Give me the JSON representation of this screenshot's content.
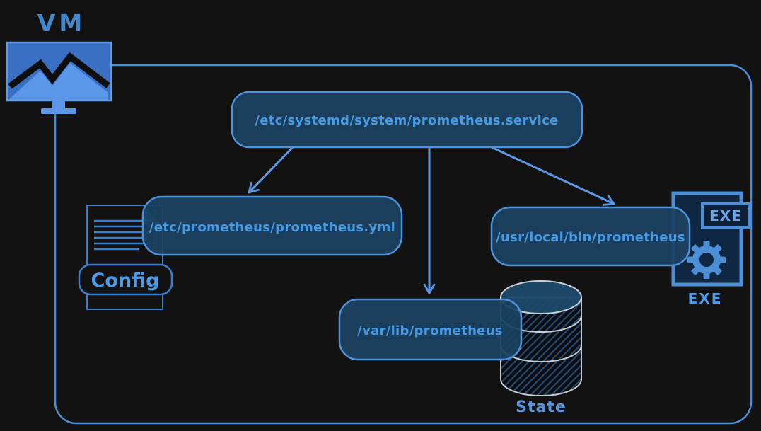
{
  "diagram": {
    "vm_label": "VM",
    "nodes": [
      {
        "id": "service",
        "label": "/etc/systemd/system/prometheus.service"
      },
      {
        "id": "config",
        "label": "/etc/prometheus/prometheus.yml"
      },
      {
        "id": "binary",
        "label": "/usr/local/bin/prometheus"
      },
      {
        "id": "data",
        "label": "/var/lib/prometheus"
      }
    ],
    "edges": [
      {
        "from": "service",
        "to": "config"
      },
      {
        "from": "service",
        "to": "data"
      },
      {
        "from": "service",
        "to": "binary"
      }
    ],
    "icons": [
      {
        "id": "vm-monitor",
        "label": "VM"
      },
      {
        "id": "config-doc",
        "label": "Config"
      },
      {
        "id": "state-db",
        "label": "State"
      },
      {
        "id": "exe-file",
        "label": "EXE",
        "badge": "EXE"
      }
    ],
    "colors": {
      "background": "#121212",
      "node_fill": "#1b4262",
      "node_border": "#4e92dc",
      "node_text": "#459ae6",
      "arrow": "#5b99e8",
      "container_border": "#4b8ed8",
      "monitor_body": "#3a70c3",
      "monitor_accent": "#5b96e8",
      "db_top_fill": "#1d4a6b",
      "db_outline": "#d5dae0",
      "exe_fill": "#0f2740",
      "exe_border": "#4d8fd6"
    }
  }
}
